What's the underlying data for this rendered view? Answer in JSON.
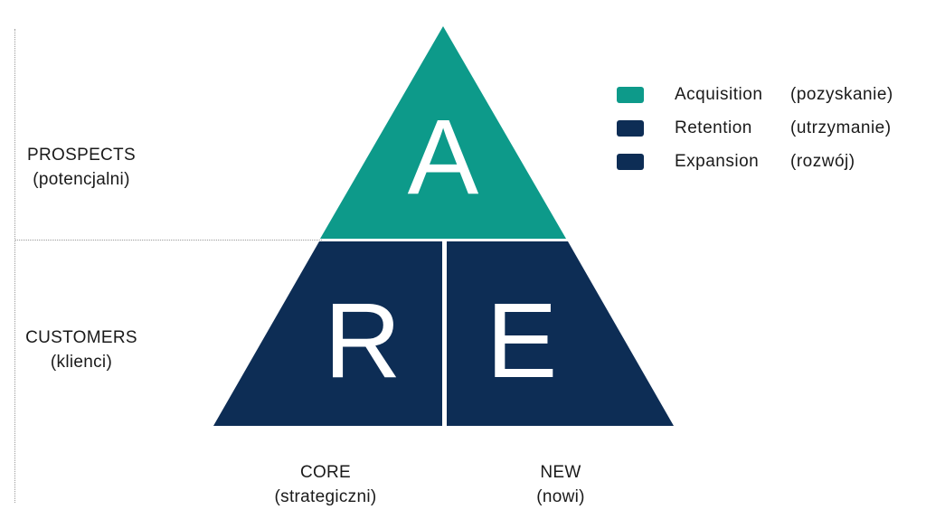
{
  "colors": {
    "acquisition": "#0d9a8a",
    "retention": "#0d2d55",
    "expansion": "#0d2d55",
    "divider": "#ffffff"
  },
  "pyramid": {
    "top_letter": "A",
    "left_letter": "R",
    "right_letter": "E"
  },
  "rows": [
    {
      "title": "PROSPECTS",
      "subtitle": "(potencjalni)"
    },
    {
      "title": "CUSTOMERS",
      "subtitle": "(klienci)"
    }
  ],
  "columns": [
    {
      "title": "CORE",
      "subtitle": "(strategiczni)"
    },
    {
      "title": "NEW",
      "subtitle": "(nowi)"
    }
  ],
  "legend": [
    {
      "name": "Acquisition",
      "note": "(pozyskanie)",
      "color": "#0d9a8a"
    },
    {
      "name": "Retention",
      "note": "(utrzymanie)",
      "color": "#0d2d55"
    },
    {
      "name": "Expansion",
      "note": "(rozwój)",
      "color": "#0d2d55"
    }
  ]
}
